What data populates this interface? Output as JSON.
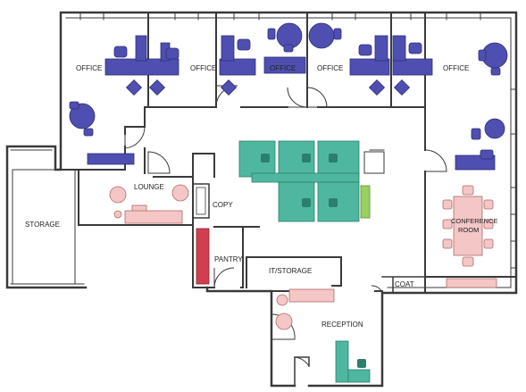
{
  "colors": {
    "wall": "#3a3a3a",
    "office_furniture": "#4e4fb0",
    "office_furniture_dark": "#2e2f7a",
    "workstation": "#4fb7a0",
    "workstation_dark": "#2b7f6c",
    "lounge": "#f4c6c6",
    "lounge_edge": "#b06a6a",
    "pantry": "#cf3f4e",
    "planter": "#9ad060"
  },
  "rooms": {
    "office_1": "OFFICE",
    "office_2": "OFFICE",
    "office_3": "OFFICE",
    "office_4": "OFFICE",
    "office_5": "OFFICE",
    "storage": "STORAGE",
    "lounge": "LOUNGE",
    "copy": "COPY",
    "pantry": "PANTRY",
    "it_storage": "IT/STORAGE",
    "conference_line1": "CONFERENCE",
    "conference_line2": "ROOM",
    "coat": "COAT",
    "reception": "RECEPTION"
  }
}
